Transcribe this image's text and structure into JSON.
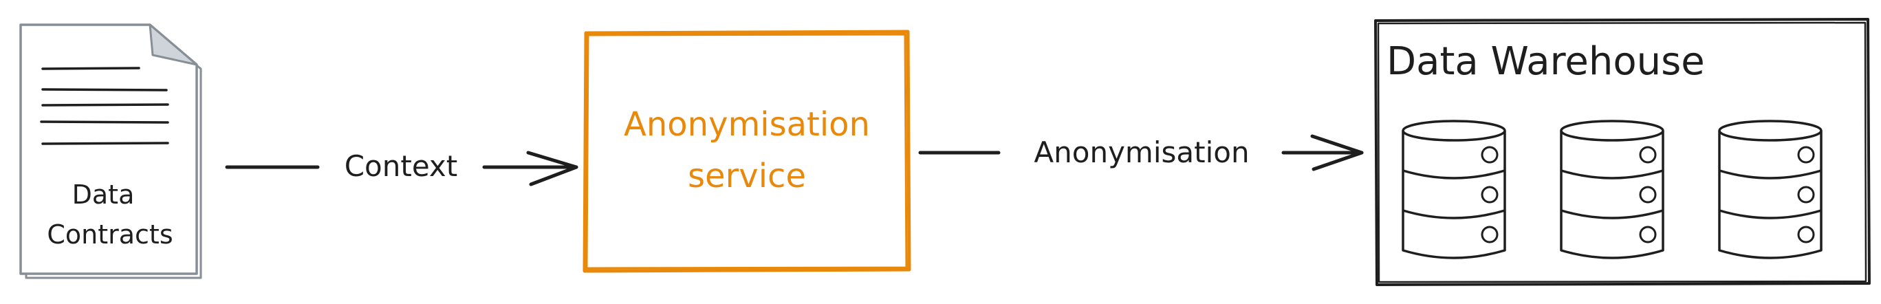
{
  "nodes": {
    "doc": {
      "line1": "Data",
      "line2": "Contracts"
    },
    "service": {
      "line1": "Anonymisation",
      "line2": "service"
    },
    "warehouse": {
      "title": "Data Warehouse",
      "database_count": 3
    }
  },
  "edges": {
    "doc_to_service": {
      "label": "Context"
    },
    "service_to_warehouse": {
      "label": "Anonymisation"
    }
  },
  "colors": {
    "ink": "#1e1e1e",
    "accent": "#e8890c",
    "paper": "#ffffff",
    "doc_stroke": "#868e96"
  }
}
